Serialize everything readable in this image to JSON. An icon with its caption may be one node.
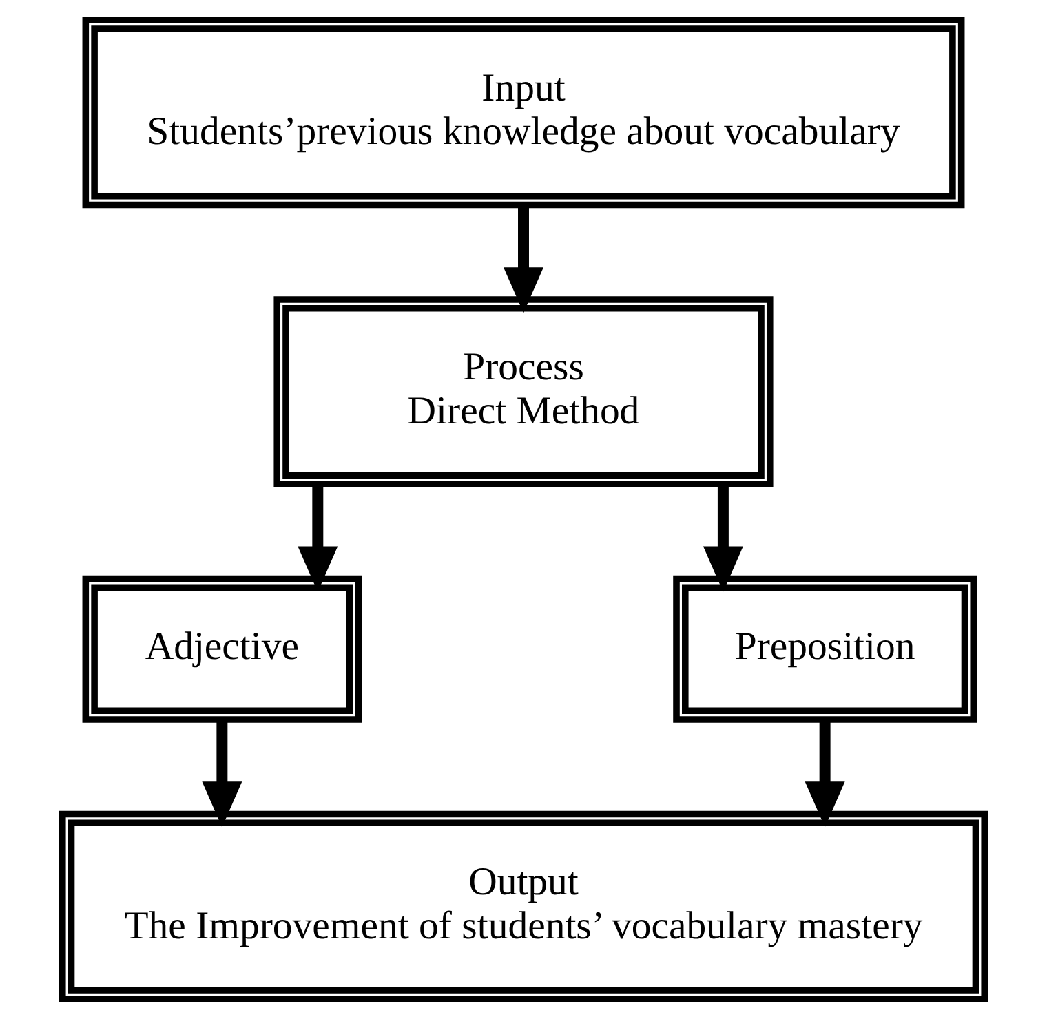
{
  "diagram": {
    "nodes": [
      {
        "text": [
          "Input",
          "Students’previous knowledge about vocabulary"
        ]
      },
      {
        "text": [
          "Process",
          "Direct Method"
        ]
      },
      {
        "text": [
          "Adjective"
        ]
      },
      {
        "text": [
          "Preposition"
        ]
      },
      {
        "text": [
          "Output",
          "The Improvement of students’ vocabulary mastery"
        ]
      }
    ],
    "edges": [
      {
        "from": 0,
        "to": 1,
        "arrow": "to"
      },
      {
        "from": 1,
        "to": 2,
        "arrow": "to"
      },
      {
        "from": 1,
        "to": 3,
        "arrow": "to"
      },
      {
        "from": 2,
        "to": 4,
        "arrow": "to"
      },
      {
        "from": 3,
        "to": 4,
        "arrow": "to"
      }
    ]
  }
}
